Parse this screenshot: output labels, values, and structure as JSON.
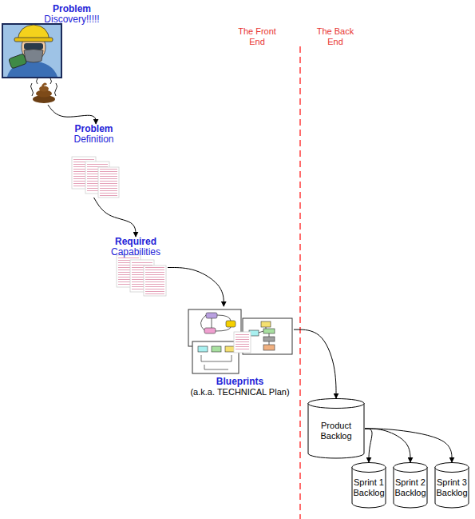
{
  "diagram": {
    "nodes": [
      {
        "text": [
          "Problem",
          "Discovery!!!!!"
        ]
      },
      {
        "text": [
          "Problem",
          "Definition"
        ]
      },
      {
        "text": [
          "Required",
          "Capabilities"
        ]
      },
      {
        "text": [
          "Blueprints",
          "(a.k.a. TECHNICAL Plan)"
        ]
      },
      {
        "text": [
          "Product Backlog"
        ]
      },
      {
        "text": [
          "Sprint 1 Backlog"
        ]
      },
      {
        "text": [
          "Sprint 2 Backlog"
        ]
      },
      {
        "text": [
          "Sprint 3 Backlog"
        ]
      }
    ],
    "edges": [
      {
        "from": 0,
        "to": 1,
        "arrow": "to"
      },
      {
        "from": 1,
        "to": 2,
        "arrow": "to"
      },
      {
        "from": 2,
        "to": 3,
        "arrow": "to"
      },
      {
        "from": 3,
        "to": 4,
        "arrow": "to"
      },
      {
        "from": 4,
        "to": 5,
        "arrow": "to"
      },
      {
        "from": 4,
        "to": 6,
        "arrow": "to"
      },
      {
        "from": 4,
        "to": 7,
        "arrow": "to"
      }
    ],
    "labels": [
      "The Front End",
      "The Back End"
    ]
  }
}
